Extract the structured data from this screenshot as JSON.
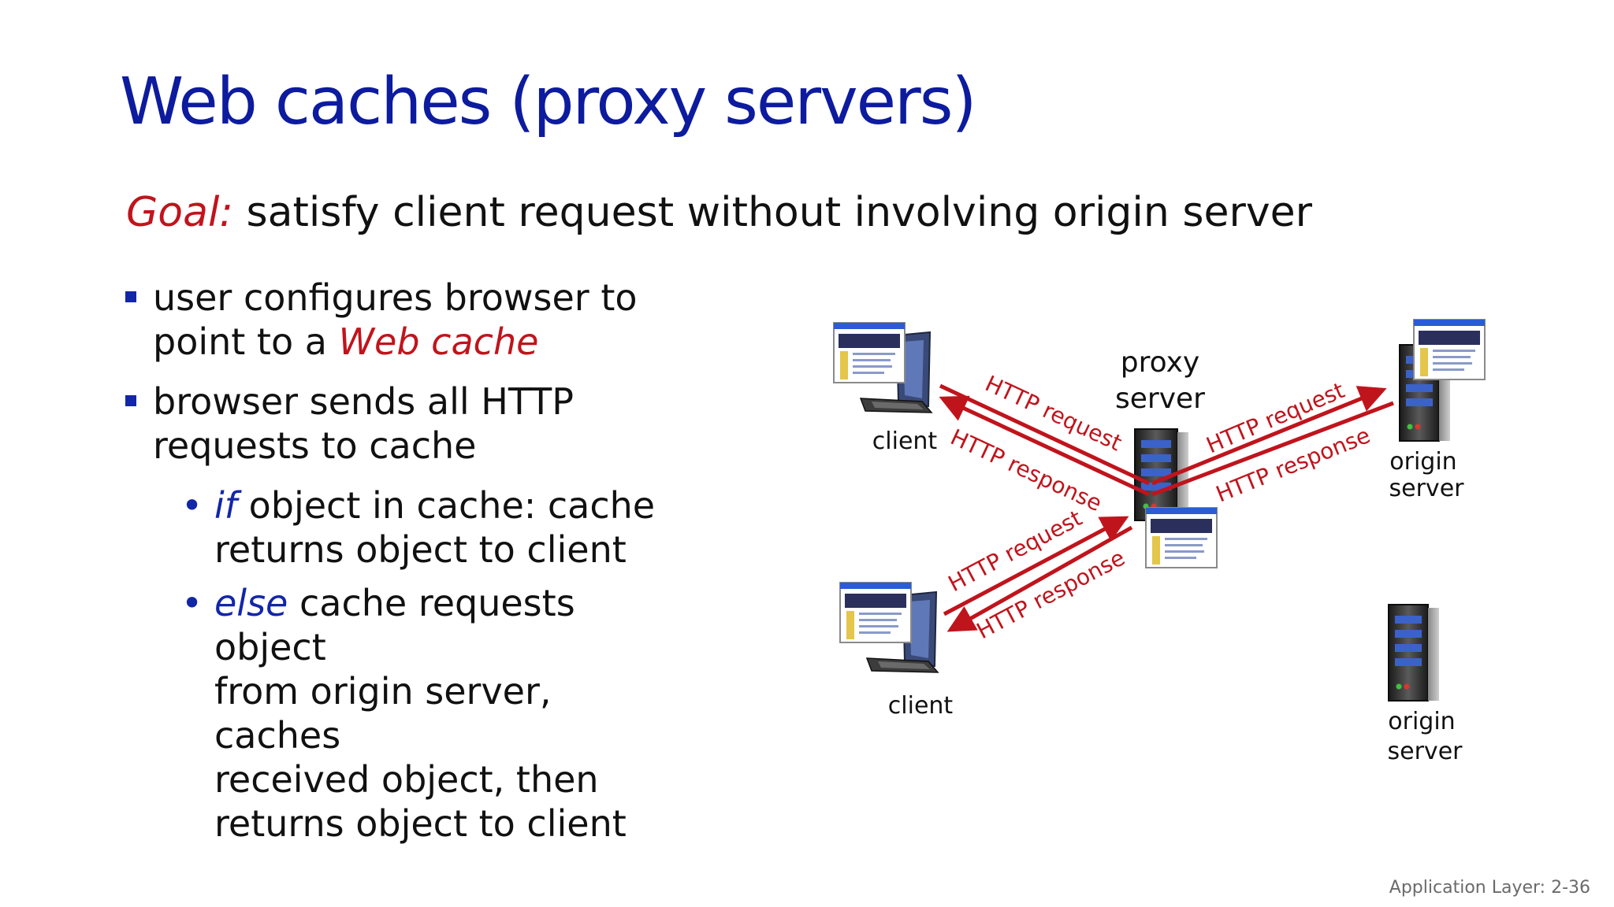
{
  "title": "Web caches (proxy servers)",
  "goal": {
    "label": "Goal:",
    "text": " satisfy client request without involving origin server"
  },
  "bullets": {
    "b1": {
      "line1": "user configures browser to",
      "line2_pre": "point to a ",
      "line2_em": "Web cache"
    },
    "b2": {
      "line1": "browser sends all HTTP",
      "line2": "requests to cache"
    },
    "sub1": {
      "em": "if",
      "line1_rest": " object in cache: cache",
      "line2": "returns object to client"
    },
    "sub2": {
      "em": "else",
      "line1_rest": " cache requests object",
      "line2": "from origin server, caches",
      "line3": "received object, then",
      "line4": "returns object to client"
    }
  },
  "diagram": {
    "proxy_label": [
      "proxy",
      "server"
    ],
    "client_label": "client",
    "origin_label": [
      "origin",
      "server"
    ],
    "http_request": "HTTP request",
    "http_response": "HTTP response",
    "arrow_color": "#c0141c"
  },
  "footer": "Application Layer: 2-36"
}
